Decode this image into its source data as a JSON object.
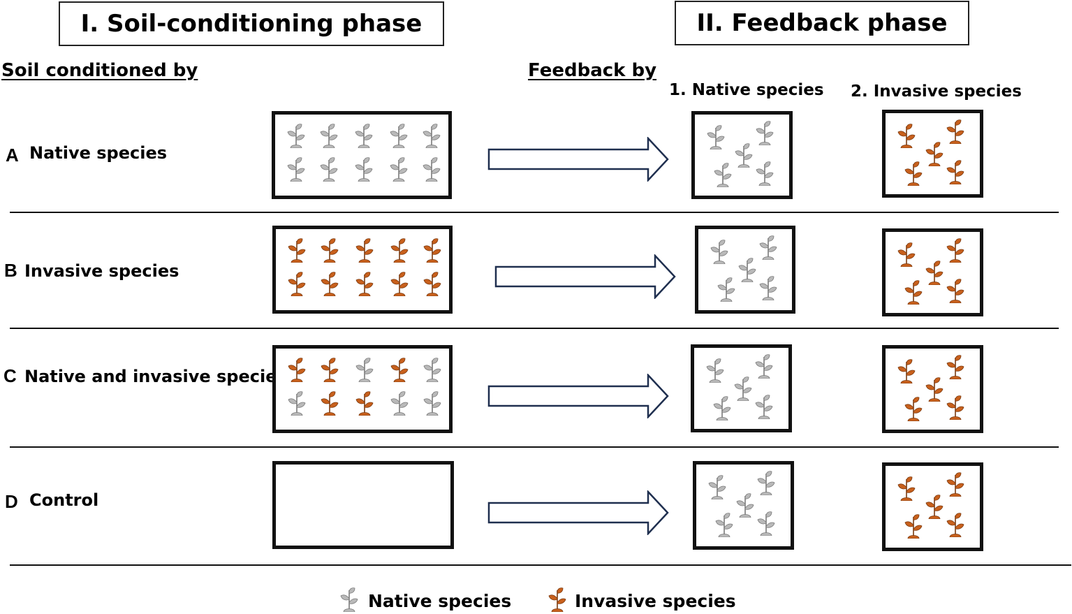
{
  "headers": {
    "phase1": "I. Soil-conditioning phase",
    "phase2": "II. Feedback phase",
    "soil_conditioned_by": "Soil conditioned by",
    "feedback_by": "Feedback by",
    "col_native": "1. Native species",
    "col_invasive": "2. Invasive species"
  },
  "rows": [
    {
      "letter": "A",
      "label": "Native species",
      "conditioning": [
        "native",
        "native",
        "native",
        "native",
        "native",
        "native",
        "native",
        "native",
        "native",
        "native"
      ]
    },
    {
      "letter": "B",
      "label": "Invasive species",
      "conditioning": [
        "invasive",
        "invasive",
        "invasive",
        "invasive",
        "invasive",
        "invasive",
        "invasive",
        "invasive",
        "invasive",
        "invasive"
      ]
    },
    {
      "letter": "C",
      "label": "Native and invasive species",
      "conditioning": [
        "invasive",
        "invasive",
        "native",
        "invasive",
        "native",
        "native",
        "invasive",
        "invasive",
        "native",
        "native"
      ]
    },
    {
      "letter": "D",
      "label": "Control",
      "conditioning": []
    }
  ],
  "legend": {
    "native": "Native species",
    "invasive": "Invasive species"
  },
  "colors": {
    "native_plant": "#b9b9b9",
    "invasive_plant": "#c8601c",
    "arrow_stroke": "#1f2f4f",
    "line": "#111111"
  }
}
